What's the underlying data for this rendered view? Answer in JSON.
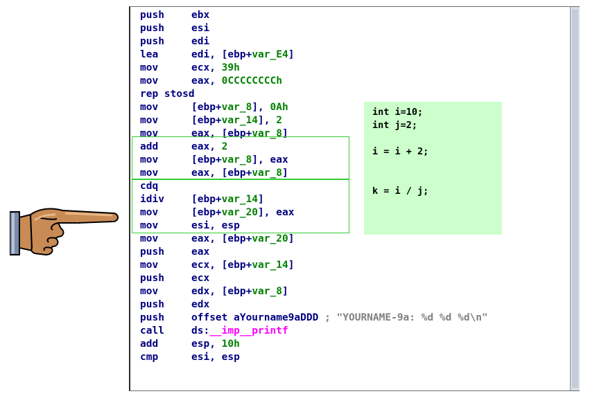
{
  "disassembly": {
    "lines": [
      {
        "mn": "push",
        "parts": [
          {
            "t": "ebx",
            "c": "ops"
          }
        ]
      },
      {
        "mn": "push",
        "parts": [
          {
            "t": "esi",
            "c": "ops"
          }
        ]
      },
      {
        "mn": "push",
        "parts": [
          {
            "t": "edi",
            "c": "ops"
          }
        ]
      },
      {
        "mn": "lea",
        "parts": [
          {
            "t": "edi, [ebp+",
            "c": "ops"
          },
          {
            "t": "var_E4",
            "c": "var"
          },
          {
            "t": "]",
            "c": "ops"
          }
        ]
      },
      {
        "mn": "mov",
        "parts": [
          {
            "t": "ecx, ",
            "c": "ops"
          },
          {
            "t": "39h",
            "c": "num"
          }
        ]
      },
      {
        "mn": "mov",
        "parts": [
          {
            "t": "eax, ",
            "c": "ops"
          },
          {
            "t": "0CCCCCCCCh",
            "c": "num"
          }
        ]
      },
      {
        "mn": "rep stosd",
        "parts": []
      },
      {
        "mn": "mov",
        "parts": [
          {
            "t": "[ebp+",
            "c": "ops"
          },
          {
            "t": "var_8",
            "c": "var"
          },
          {
            "t": "], ",
            "c": "ops"
          },
          {
            "t": "0Ah",
            "c": "num"
          }
        ]
      },
      {
        "mn": "mov",
        "parts": [
          {
            "t": "[ebp+",
            "c": "ops"
          },
          {
            "t": "var_14",
            "c": "var"
          },
          {
            "t": "], ",
            "c": "ops"
          },
          {
            "t": "2",
            "c": "num"
          }
        ]
      },
      {
        "mn": "mov",
        "parts": [
          {
            "t": "eax, [ebp+",
            "c": "ops"
          },
          {
            "t": "var_8",
            "c": "var"
          },
          {
            "t": "]",
            "c": "ops"
          }
        ]
      },
      {
        "mn": "add",
        "parts": [
          {
            "t": "eax, ",
            "c": "ops"
          },
          {
            "t": "2",
            "c": "num"
          }
        ]
      },
      {
        "mn": "mov",
        "parts": [
          {
            "t": "[ebp+",
            "c": "ops"
          },
          {
            "t": "var_8",
            "c": "var"
          },
          {
            "t": "], eax",
            "c": "ops"
          }
        ]
      },
      {
        "mn": "mov",
        "parts": [
          {
            "t": "eax, [ebp+",
            "c": "ops"
          },
          {
            "t": "var_8",
            "c": "var"
          },
          {
            "t": "]",
            "c": "ops"
          }
        ]
      },
      {
        "mn": "cdq",
        "parts": []
      },
      {
        "mn": "idiv",
        "parts": [
          {
            "t": "[ebp+",
            "c": "ops"
          },
          {
            "t": "var_14",
            "c": "var"
          },
          {
            "t": "]",
            "c": "ops"
          }
        ]
      },
      {
        "mn": "mov",
        "parts": [
          {
            "t": "[ebp+",
            "c": "ops"
          },
          {
            "t": "var_20",
            "c": "var"
          },
          {
            "t": "], eax",
            "c": "ops"
          }
        ]
      },
      {
        "mn": "mov",
        "parts": [
          {
            "t": "esi, esp",
            "c": "ops"
          }
        ]
      },
      {
        "mn": "mov",
        "parts": [
          {
            "t": "eax, [ebp+",
            "c": "ops"
          },
          {
            "t": "var_20",
            "c": "var"
          },
          {
            "t": "]",
            "c": "ops"
          }
        ]
      },
      {
        "mn": "push",
        "parts": [
          {
            "t": "eax",
            "c": "ops"
          }
        ]
      },
      {
        "mn": "mov",
        "parts": [
          {
            "t": "ecx, [ebp+",
            "c": "ops"
          },
          {
            "t": "var_14",
            "c": "var"
          },
          {
            "t": "]",
            "c": "ops"
          }
        ]
      },
      {
        "mn": "push",
        "parts": [
          {
            "t": "ecx",
            "c": "ops"
          }
        ]
      },
      {
        "mn": "mov",
        "parts": [
          {
            "t": "edx, [ebp+",
            "c": "ops"
          },
          {
            "t": "var_8",
            "c": "var"
          },
          {
            "t": "]",
            "c": "ops"
          }
        ]
      },
      {
        "mn": "push",
        "parts": [
          {
            "t": "edx",
            "c": "ops"
          }
        ]
      },
      {
        "mn": "push",
        "parts": [
          {
            "t": "offset aYourname9aDDD ",
            "c": "ops"
          },
          {
            "t": "; \"YOURNAME-9a: %d %d %d\\n\"",
            "c": "str"
          }
        ]
      },
      {
        "mn": "call",
        "parts": [
          {
            "t": "ds:",
            "c": "ops"
          },
          {
            "t": "__imp__printf",
            "c": "imp"
          }
        ]
      },
      {
        "mn": "add",
        "parts": [
          {
            "t": "esp, ",
            "c": "ops"
          },
          {
            "t": "10h",
            "c": "num"
          }
        ]
      },
      {
        "mn": "cmp",
        "parts": [
          {
            "t": "esi, esp",
            "c": "ops"
          }
        ]
      }
    ]
  },
  "source_note": {
    "lines": [
      "int i=10;",
      "int j=2;",
      "",
      "i = i + 2;",
      "",
      "",
      "k = i / j;"
    ]
  },
  "colors": {
    "mnemonic": "#000080",
    "number": "#008000",
    "variable": "#008000",
    "comment": "#808080",
    "import": "#ff00ff",
    "highlight_border": "#33cc33",
    "note_background": "#ccffcc"
  },
  "icons": {
    "pointer": "pointing-hand-icon"
  }
}
